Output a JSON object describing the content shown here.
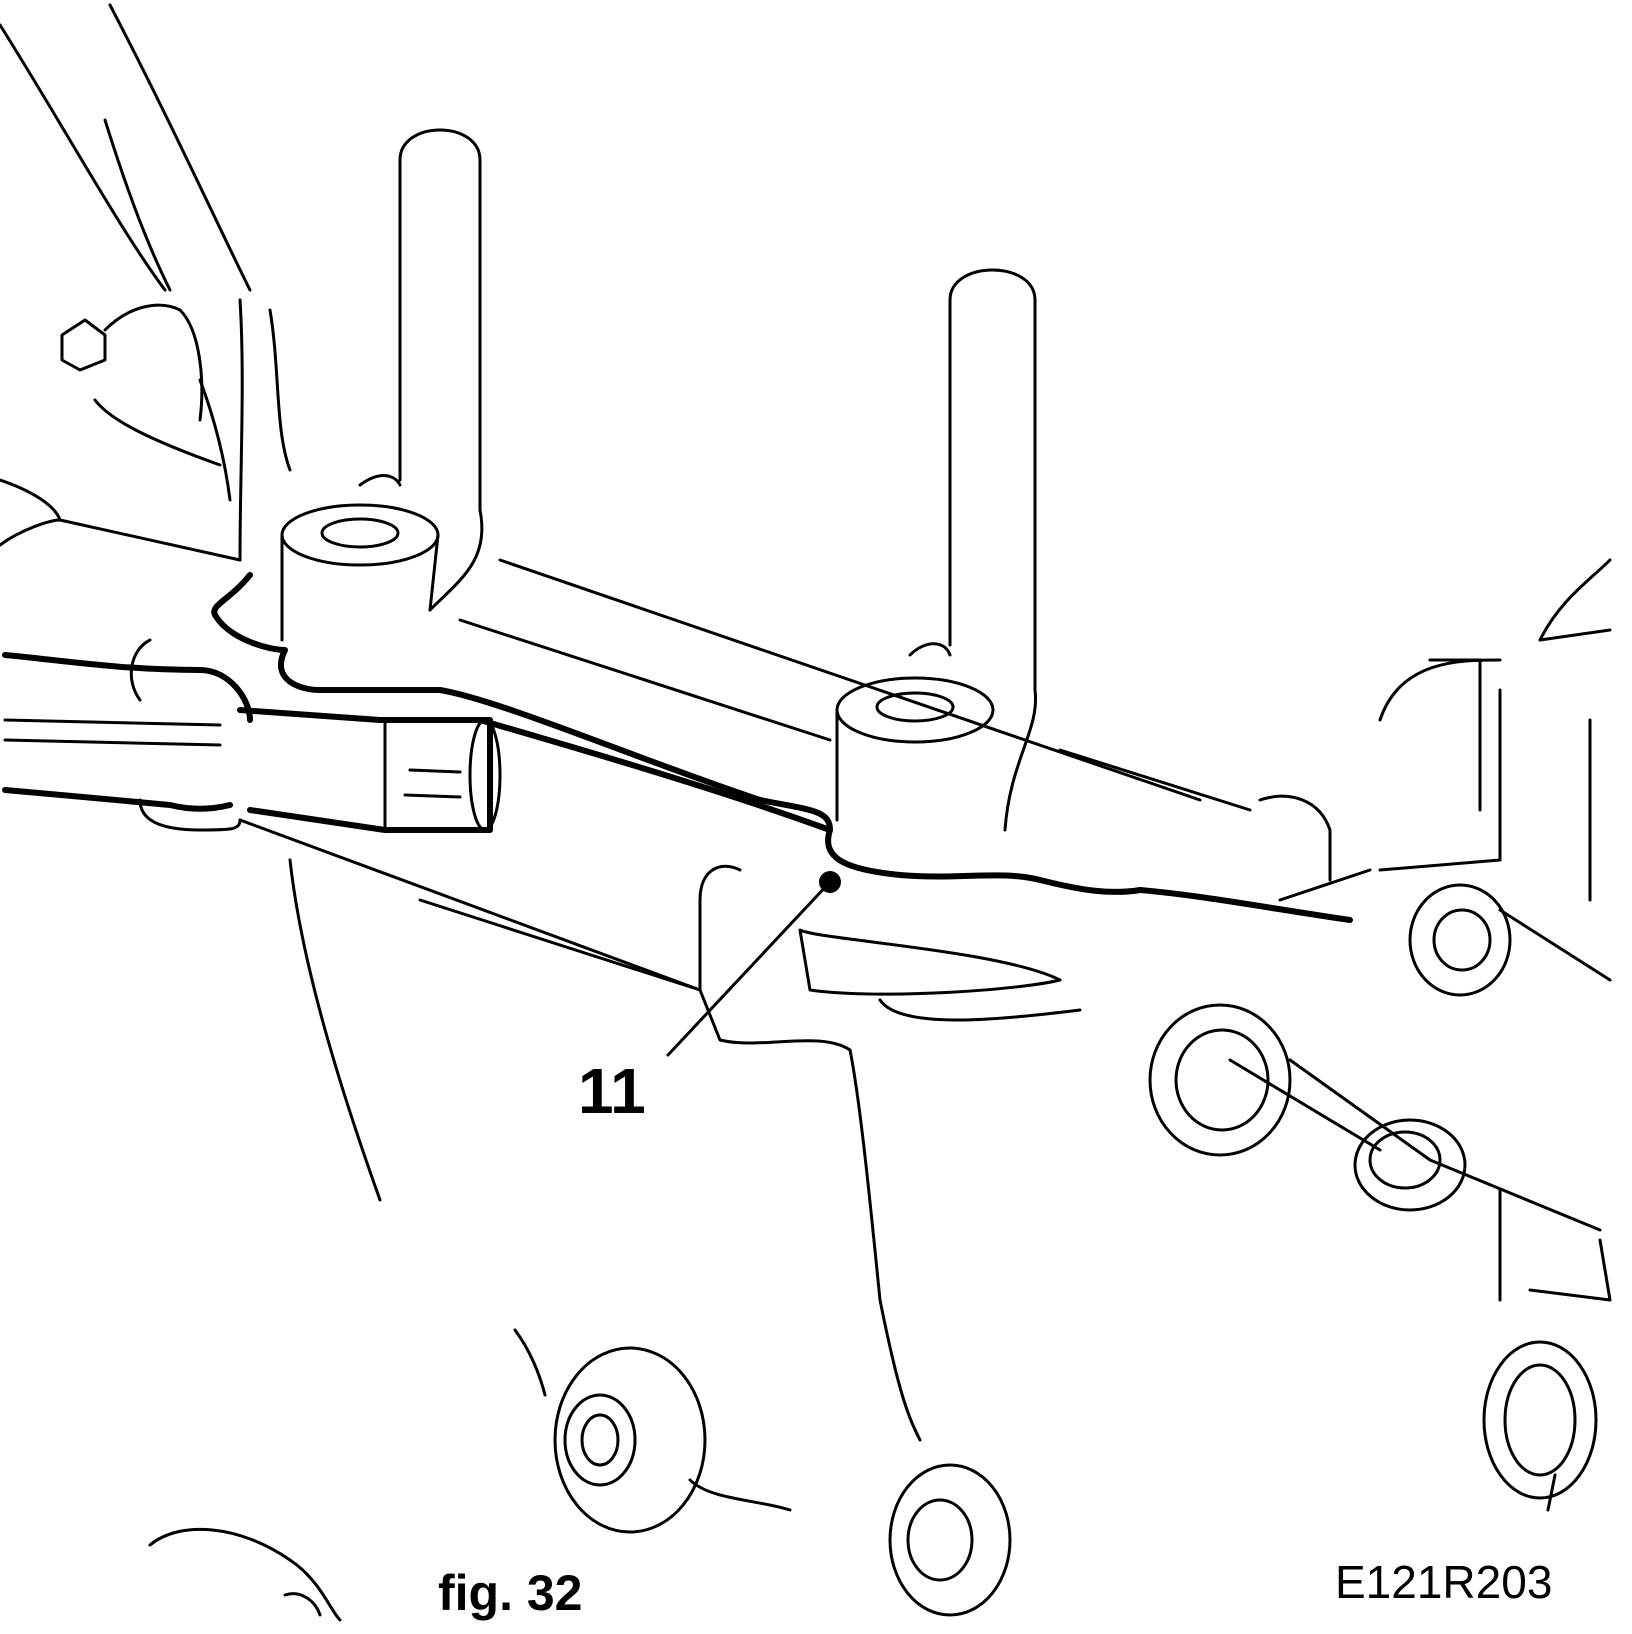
{
  "callout_label": "11",
  "figure_caption": "fig. 32",
  "drawing_code": "E121R203"
}
